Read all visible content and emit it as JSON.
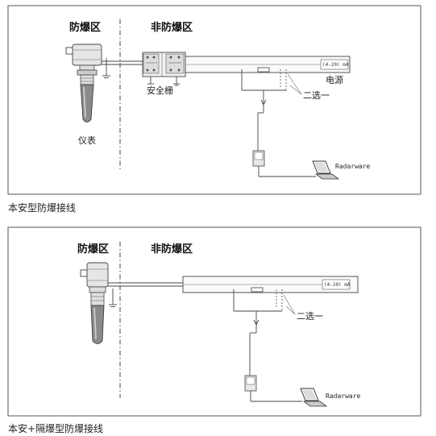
{
  "diagram1": {
    "zone_hazard": "防爆区",
    "zone_safe": "非防爆区",
    "barrier_label": "安全栅",
    "power_label": "电源",
    "current_label": "(4-20) mA",
    "select_label": "二选一",
    "instrument_label": "仪表",
    "software_label": "Radarware",
    "caption": "本安型防爆接线"
  },
  "diagram2": {
    "zone_hazard": "防爆区",
    "zone_safe": "非防爆区",
    "current_label": "(4-20) mA",
    "select_label": "二选一",
    "software_label": "Radarware",
    "caption": "本安+隔爆型防爆接线"
  }
}
